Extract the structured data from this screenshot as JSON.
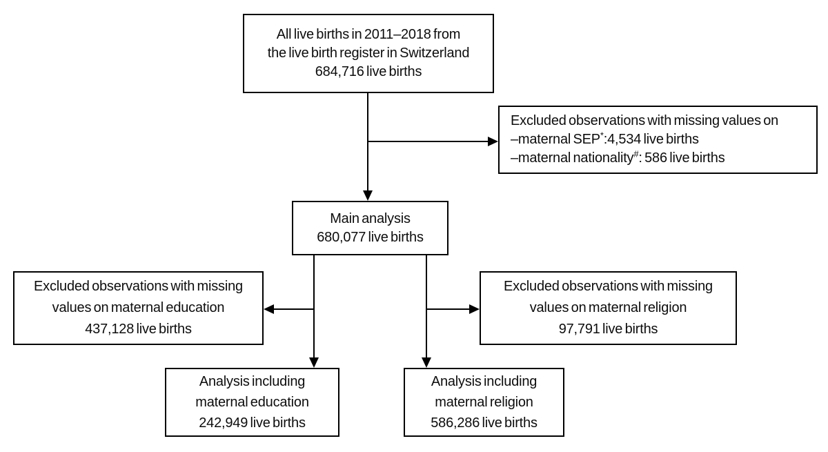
{
  "diagram": {
    "type": "flowchart",
    "description": "Study flow diagram of live births in Switzerland 2011-2018",
    "colors": {
      "line": "#000000",
      "box_border": "#000000",
      "background": "#ffffff",
      "text": "#0d0d0d"
    },
    "boxes": {
      "all_births": {
        "lines": [
          "All live births in 2011–2018 from",
          "the live birth register in Switzerland",
          "684,716 live births"
        ]
      },
      "excluded_missing_sep": {
        "line1": "Excluded observations with missing values on",
        "line2_text": "–maternal SEP",
        "line2_sup": "*",
        "line2_rest": ":4,534 live births",
        "line3_text": "–maternal nationality",
        "line3_sup": "#",
        "line3_rest": ": 586 live births"
      },
      "main_analysis": {
        "lines": [
          "Main analysis",
          "680,077 live births"
        ]
      },
      "excluded_education": {
        "lines": [
          "Excluded observations with missing",
          "values on maternal education",
          "437,128 live births"
        ]
      },
      "excluded_religion": {
        "lines": [
          "Excluded observations with missing",
          "values on maternal religion",
          "97,791 live births"
        ]
      },
      "analysis_education": {
        "lines": [
          "Analysis including",
          "maternal education",
          "242,949 live births"
        ]
      },
      "analysis_religion": {
        "lines": [
          "Analysis including",
          "maternal religion",
          "586,286 live births"
        ]
      }
    }
  }
}
